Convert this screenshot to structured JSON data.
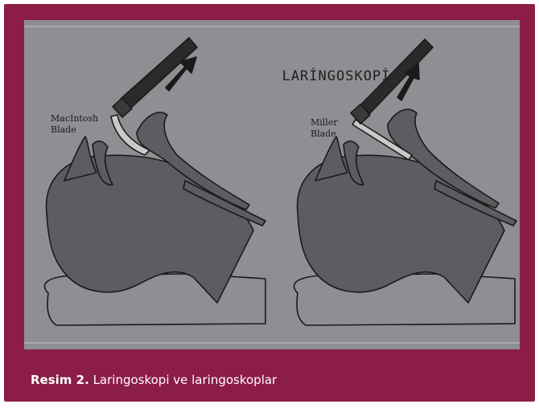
{
  "figure": {
    "title": "LARİNGOSKOPİ",
    "left_blade": {
      "line1": "MacIntosh",
      "line2": "Blade"
    },
    "right_blade": {
      "line1": "Miller",
      "line2": "Blade"
    }
  },
  "caption": {
    "label": "Resim 2.",
    "text": "Laringoskopi ve laringoskoplar"
  },
  "colors": {
    "frame": "#8c1d47",
    "panel": "#8d8f92",
    "anatomy": "#5b5d60",
    "outline": "#1a1a1a"
  }
}
